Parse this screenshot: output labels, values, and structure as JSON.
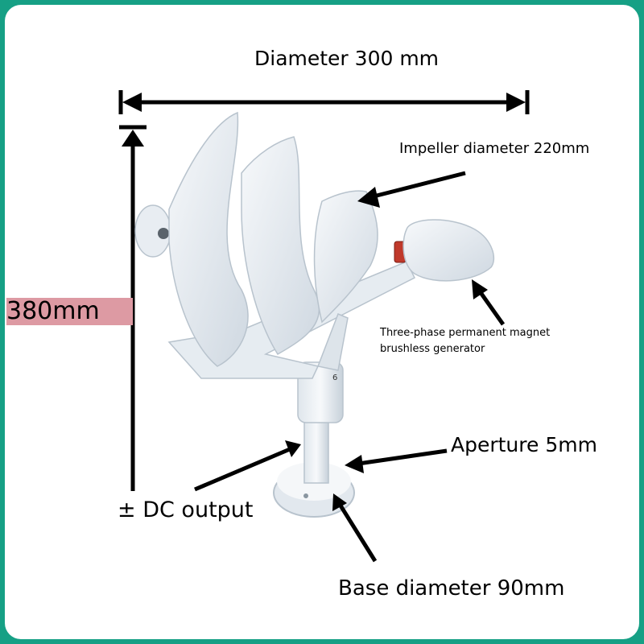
{
  "labels": {
    "diameter": "Diameter 300 mm",
    "impeller": "Impeller diameter 220mm",
    "generator_line1": "Three-phase permanent magnet",
    "generator_line2": "brushless generator",
    "aperture": "Aperture 5mm",
    "dc_output": "± DC output",
    "base": "Base diameter 90mm",
    "height": "380mm",
    "part_number": "6"
  },
  "colors": {
    "frame": "#16a085",
    "background": "#ffffff",
    "height_highlight": "#dd9aa3",
    "arrow": "#000000",
    "turbine_body": "#e9edf2",
    "turbine_shade": "#c9d3dd",
    "connector_red": "#c0392b"
  }
}
